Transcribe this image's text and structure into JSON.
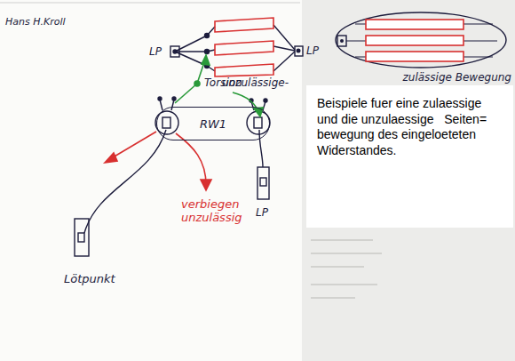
{
  "diagram": {
    "nodes": [
      {
        "text": [
          "RW1"
        ]
      }
    ],
    "labels": [
      "Hans H.Kroll",
      "LP",
      "unzulässige-",
      "LP",
      "zulässige Bewegung",
      "Torsion",
      "verbiegen unzulässig",
      "LP",
      "Lötpunkt",
      "Beispiele fuer eine zulaessige und die unzulaessige   Seiten= bewegung des eingeloeteten Widerstandes."
    ]
  }
}
